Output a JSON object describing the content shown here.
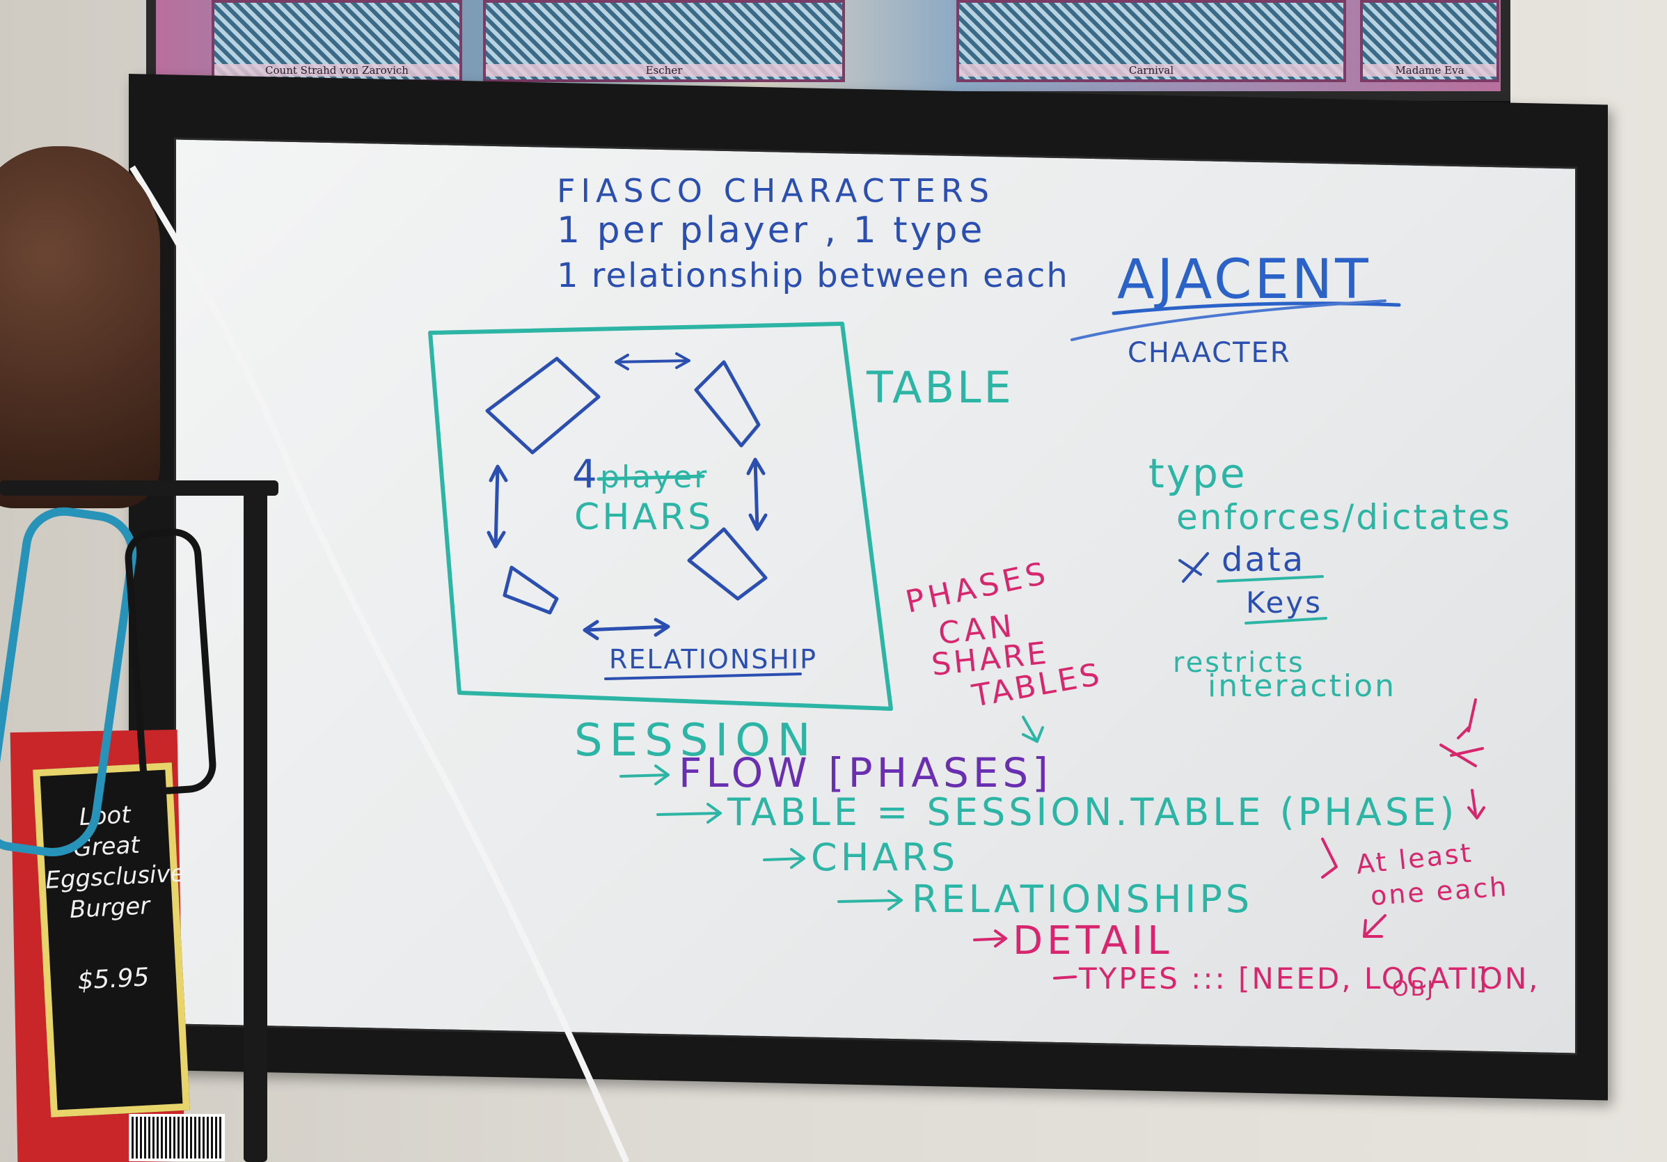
{
  "poster": {
    "captions": [
      "Count Strahd von Zarovich",
      "Escher",
      "Carnival",
      "Madame Eva"
    ]
  },
  "sign": {
    "lines": [
      "Loot Great",
      "Eggsclusive",
      "Burger"
    ],
    "price": "$5.95"
  },
  "whiteboard": {
    "header": {
      "line1": "FIASCO CHARACTERS",
      "line2": "1 per player , 1 type",
      "line3": "1 relationship between each",
      "adjacent": "AJACENT",
      "character": "CHAACTER"
    },
    "table_diagram": {
      "label": "TABLE",
      "players_struck": "player",
      "center_number": "4",
      "center_label": "CHARS",
      "relationship": "RELATIONSHIP"
    },
    "phases_note": [
      "PHASES",
      "CAN",
      "SHARE",
      "TABLES"
    ],
    "type_note": {
      "title": "type",
      "line1": "enforces/dictates",
      "line2": "data",
      "line3": "Keys",
      "line4": "restricts",
      "line5": "interaction"
    },
    "session": {
      "title": "SESSION",
      "flow": "FLOW [PHASES]",
      "table": "TABLE = SESSION.TABLE (PHASE)",
      "chars": "CHARS",
      "relationships": "RELATIONSHIPS",
      "detail": "DETAIL",
      "types": "TYPES ::: [NEED, LOCATION,",
      "types_obj": "OBJ",
      "types_close": "]"
    },
    "side_note": [
      "At least",
      "one each"
    ],
    "colors": {
      "blue": "#2b4fb0",
      "teal": "#2cb5a5",
      "magenta": "#d8266e",
      "purple": "#6a2fb0"
    }
  }
}
